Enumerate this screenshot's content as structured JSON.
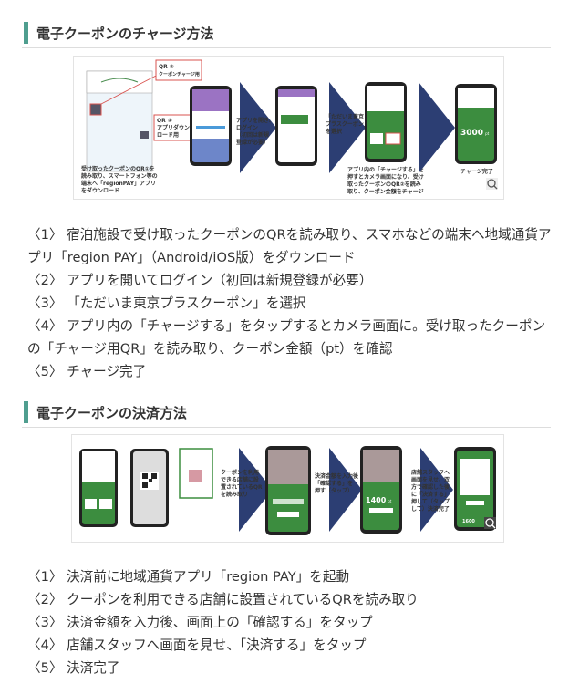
{
  "sections": [
    {
      "title": "電子クーポンのチャージ方法",
      "figure": {
        "qr2_label": "QR ②",
        "qr2_sub": "クーポンチャージ用",
        "qr1_label": "QR ①",
        "qr1_sub1": "アプリダウン",
        "qr1_sub2": "ロード用",
        "caption1": [
          "受け取ったクーポンのQR①を",
          "読み取り、スマートフォン等の",
          "端末へ「regionPAY」アプリ",
          "をダウンロード"
        ],
        "arrow1": [
          "アプリを開き、",
          "ログイン",
          "（初回は新規",
          "登録が必要）"
        ],
        "arrow2": [
          "「ただいま東京",
          "プラスクーポン」",
          "を選択"
        ],
        "caption4": [
          "アプリ内の「チャージする」を",
          "押すとカメラ画面になり、受け",
          "取ったクーポンのQR②を読み",
          "取り、クーポン金額をチャージ"
        ],
        "amount": "3000",
        "unit": "pt",
        "caption5": "チャージ完了"
      },
      "steps": [
        "〈1〉 宿泊施設で受け取ったクーポンのQRを読み取り、スマホなどの端末へ地域通貨アプリ「region PAY」（Android/iOS版）をダウンロード",
        "〈2〉 アプリを開いてログイン（初回は新規登録が必要）",
        "〈3〉 「ただいま東京プラスクーポン」を選択",
        "〈4〉 アプリ内の「チャージする」をタップするとカメラ画面に。受け取ったクーポンの「チャージ用QR」を読み取り、クーポン金額（pt）を確認",
        "〈5〉 チャージ完了"
      ]
    },
    {
      "title": "電子クーポンの決済方法",
      "figure": {
        "arrow1": [
          "クーポンを利用",
          "できる店舗に設",
          "置されているQR",
          "を読み取り"
        ],
        "arrow2": [
          "決済金額を入力後",
          "「確認する」を",
          "押す（タップ）"
        ],
        "arrow3": [
          "店舗スタッフへ",
          "画面を見せ、双",
          "方で確認した後",
          "に「決済する」",
          "押して（タップ",
          "して）決済完了"
        ],
        "amount": "1400",
        "unit": "pt",
        "amount2": "1600"
      },
      "steps": [
        "〈1〉 決済前に地域通貨アプリ「region PAY」を起動",
        "〈2〉 クーポンを利用できる店舗に設置されているQRを読み取り",
        "〈3〉 決済金額を入力後、画面上の「確認する」をタップ",
        "〈4〉 店舗スタッフへ画面を見せ、「決済する」をタップ",
        "〈5〉 決済完了"
      ]
    }
  ],
  "colors": {
    "accent": "#4f9e8f",
    "navy": "#2c3e73",
    "green": "#3c8d3f",
    "red": "#d9534f"
  }
}
